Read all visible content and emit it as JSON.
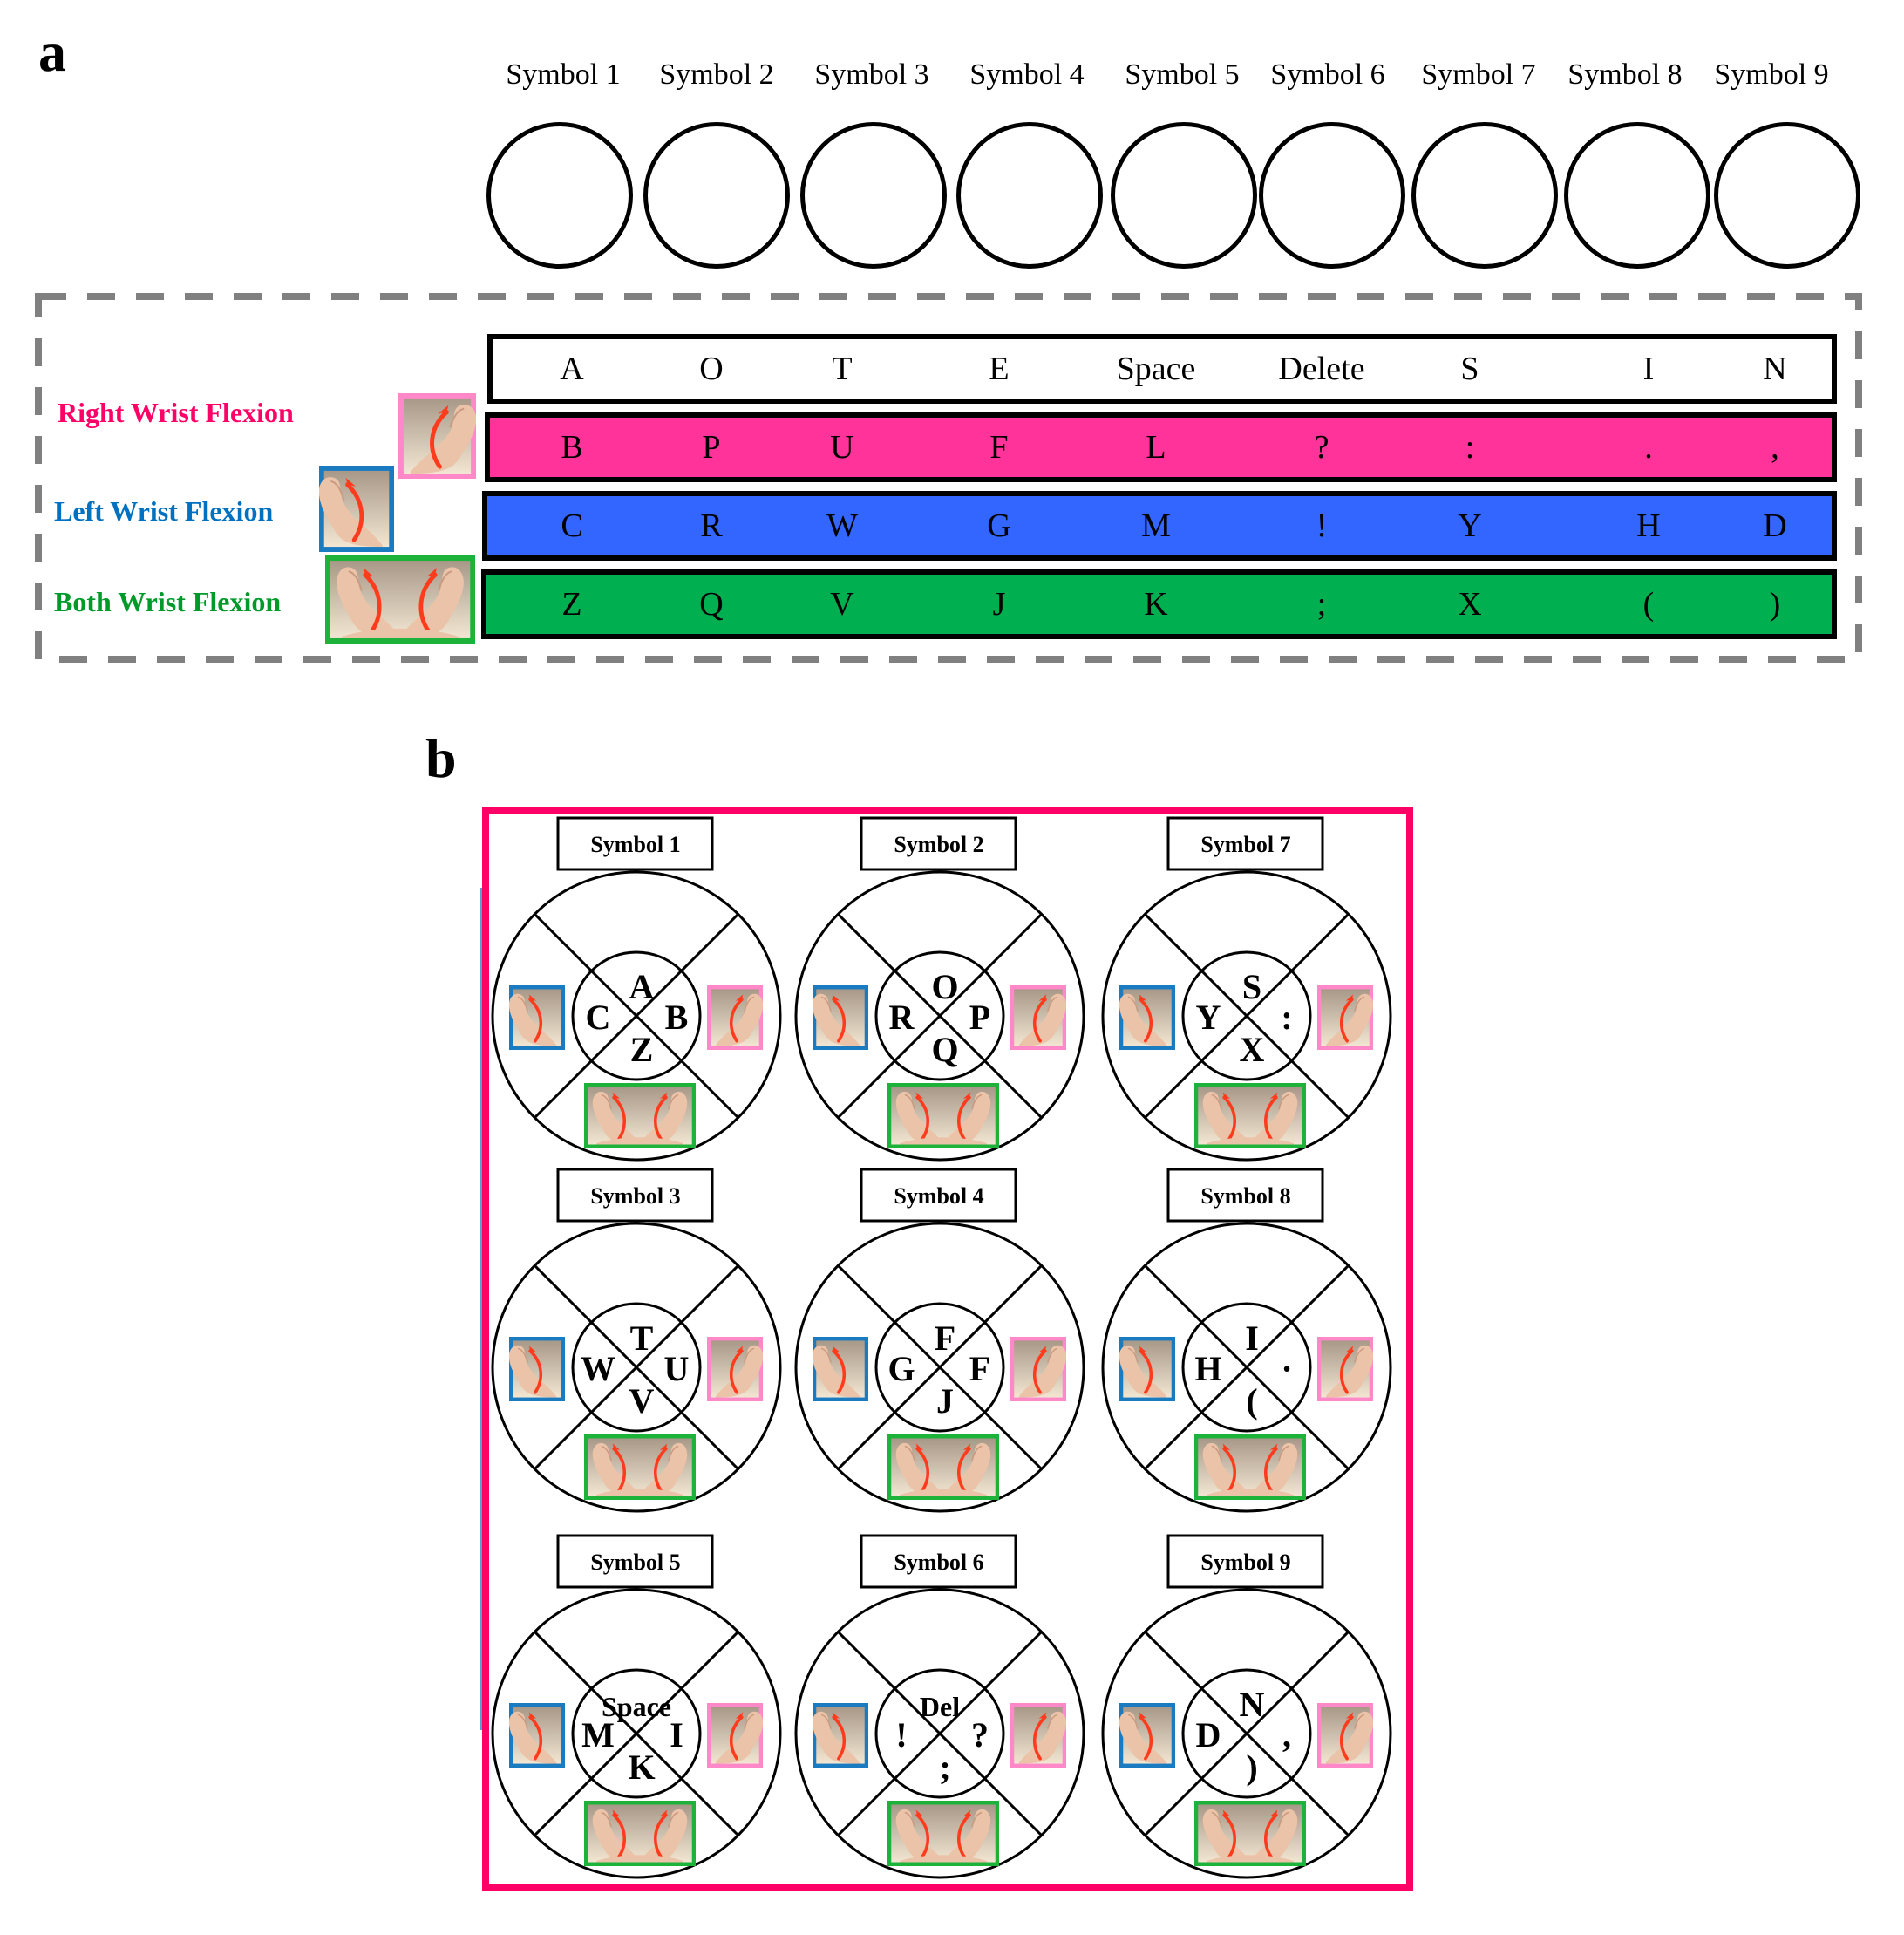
{
  "panel_a": {
    "letter": "a",
    "symbols": [
      "Symbol 1",
      "Symbol 2",
      "Symbol 3",
      "Symbol 4",
      "Symbol 5",
      "Symbol 6",
      "Symbol 7",
      "Symbol 8",
      "Symbol 9"
    ],
    "gestures": [
      {
        "id": "none",
        "label": "",
        "color": "#FFFFFF",
        "text_color": "#000000",
        "icon": ""
      },
      {
        "id": "right",
        "label": "Right Wrist Flexion",
        "color": "#FF3399",
        "text_color": "#FF0066",
        "icon": "right-wrist-flexion-icon",
        "icon_border": "#FF88C8"
      },
      {
        "id": "left",
        "label": "Left Wrist Flexion",
        "color": "#3366FF",
        "text_color": "#0070C0",
        "icon": "left-wrist-flexion-icon",
        "icon_border": "#1B7BC0"
      },
      {
        "id": "both",
        "label": "Both Wrist Flexion",
        "color": "#00AF50",
        "text_color": "#009A2A",
        "icon": "both-wrist-flexion-icon",
        "icon_border": "#1DB23A"
      }
    ],
    "rows": [
      {
        "gesture": "none",
        "cells": [
          "A",
          "O",
          "T",
          "E",
          "Space",
          "Delete",
          "S",
          "I",
          "N"
        ]
      },
      {
        "gesture": "right",
        "cells": [
          "B",
          "P",
          "U",
          "F",
          "L",
          "?",
          ":",
          ".",
          ","
        ]
      },
      {
        "gesture": "left",
        "cells": [
          "C",
          "R",
          "W",
          "G",
          "M",
          "!",
          "Y",
          "H",
          "D"
        ]
      },
      {
        "gesture": "both",
        "cells": [
          "Z",
          "Q",
          "V",
          "J",
          "K",
          ";",
          "X",
          "(",
          ")"
        ]
      }
    ]
  },
  "panel_b": {
    "letter": "b",
    "frame_color": "#FF0066",
    "wheels": [
      {
        "title": "Symbol 1",
        "top": "A",
        "left": "C",
        "right": "B",
        "bottom": "Z"
      },
      {
        "title": "Symbol 2",
        "top": "O",
        "left": "R",
        "right": "P",
        "bottom": "Q"
      },
      {
        "title": "Symbol 7",
        "top": "S",
        "left": "Y",
        "right": ":",
        "bottom": "X"
      },
      {
        "title": "Symbol 3",
        "top": "T",
        "left": "W",
        "right": "U",
        "bottom": "V"
      },
      {
        "title": "Symbol 4",
        "top": "F",
        "left": "G",
        "right": "F",
        "bottom": "J"
      },
      {
        "title": "Symbol 8",
        "top": "I",
        "left": "H",
        "right": "·",
        "bottom": "("
      },
      {
        "title": "Symbol 5",
        "top": "Space",
        "left": "M",
        "right": "I",
        "bottom": "K"
      },
      {
        "title": "Symbol 6",
        "top": "Del",
        "left": "!",
        "right": "?",
        "bottom": ";"
      },
      {
        "title": "Symbol 9",
        "top": "N",
        "left": "D",
        "right": ",",
        "bottom": ")"
      }
    ]
  }
}
